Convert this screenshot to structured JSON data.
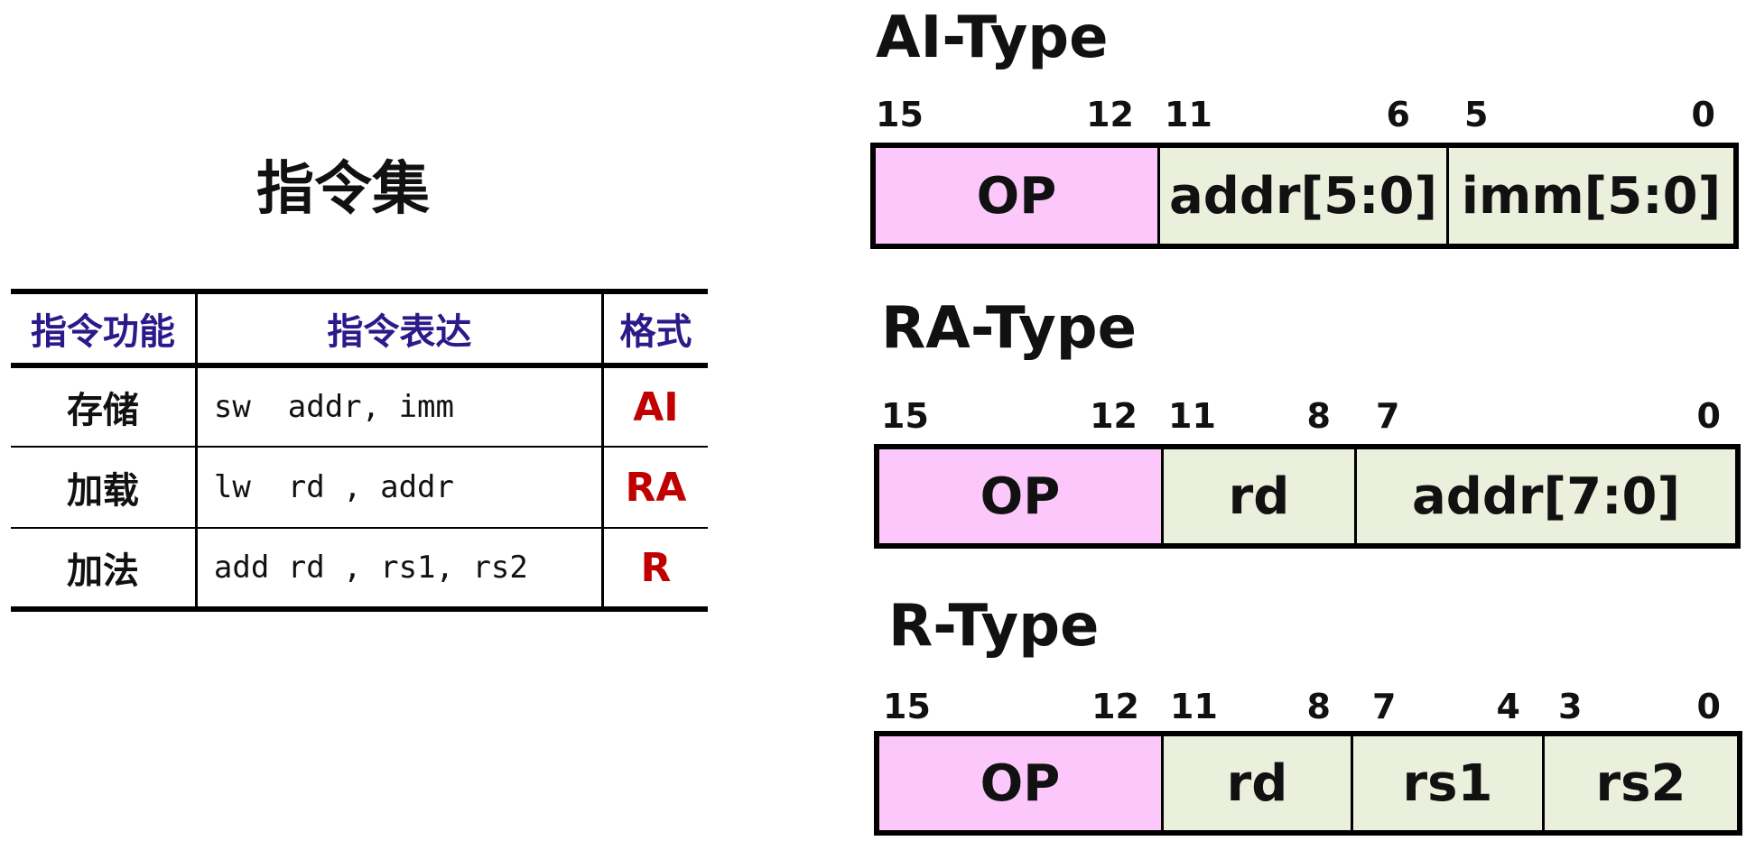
{
  "instruction_set": {
    "title": "指令集",
    "headers": [
      "指令功能",
      "指令表达",
      "格式"
    ],
    "rows": [
      {
        "function": "存储",
        "expression": "sw  addr, imm",
        "format": "AI"
      },
      {
        "function": "加载",
        "expression": "lw  rd , addr",
        "format": "RA"
      },
      {
        "function": "加法",
        "expression": "add rd , rs1, rs2",
        "format": "R"
      }
    ]
  },
  "formats": {
    "ai": {
      "title": "AI-Type",
      "bits": [
        "15",
        "12",
        "11",
        "6",
        "5",
        "0"
      ],
      "fields": [
        "OP",
        "addr[5:0]",
        "imm[5:0]"
      ]
    },
    "ra": {
      "title": "RA-Type",
      "bits": [
        "15",
        "12",
        "11",
        "8",
        "7",
        "0"
      ],
      "fields": [
        "OP",
        "rd",
        "addr[7:0]"
      ]
    },
    "r": {
      "title": "R-Type",
      "bits": [
        "15",
        "12",
        "11",
        "8",
        "7",
        "4",
        "3",
        "0"
      ],
      "fields": [
        "OP",
        "rd",
        "rs1",
        "rs2"
      ]
    }
  },
  "colors": {
    "header_text": "#2a1a8a",
    "format_text": "#c00000",
    "op_fill": "#fcc8fc",
    "field_fill": "#ebf0dc"
  }
}
